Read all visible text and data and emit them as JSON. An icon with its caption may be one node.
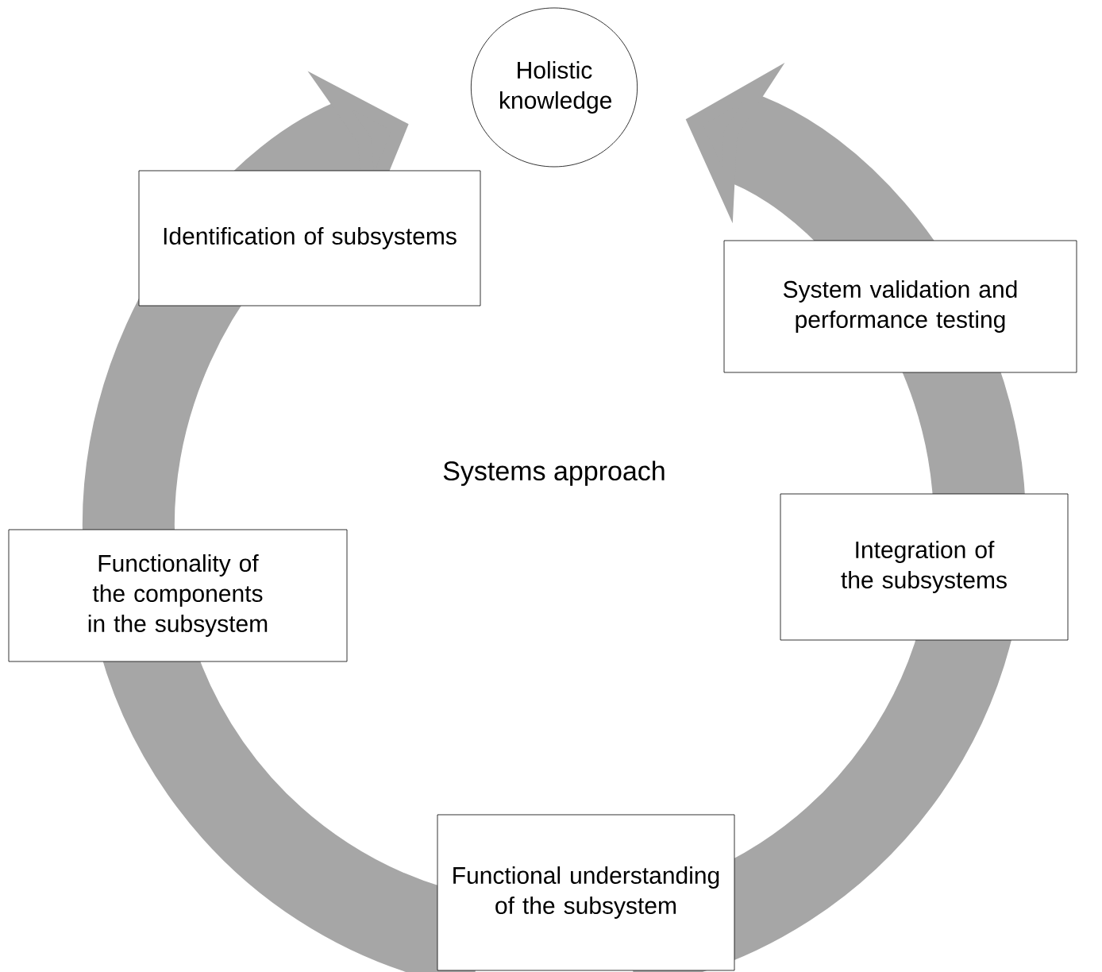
{
  "diagram": {
    "nodes": [
      {
        "text": [
          "Holistic knowledge"
        ]
      },
      {
        "text": [
          "Identification of subsystems"
        ]
      },
      {
        "text": [
          "System validation and performance testing"
        ]
      },
      {
        "text": [
          "Functionality of the components in the subsystem"
        ]
      },
      {
        "text": [
          "Integration of the subsystems"
        ]
      },
      {
        "text": [
          "Functional understanding of the subsystem"
        ]
      }
    ],
    "labels": [
      "Systems approach"
    ]
  }
}
